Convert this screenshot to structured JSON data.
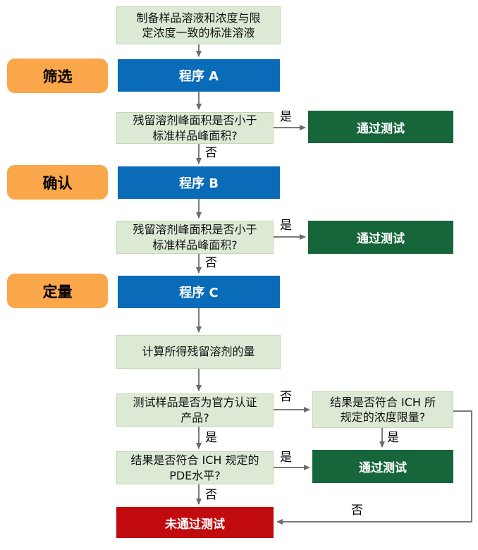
{
  "diagram": {
    "title": "",
    "stages": [
      {
        "id": "screening",
        "label": "筛选"
      },
      {
        "id": "confirmation",
        "label": "确认"
      },
      {
        "id": "quantification",
        "label": "定量"
      }
    ],
    "nodes": [
      {
        "id": "prepare",
        "type": "process-light",
        "text": "制备样品溶液和浓度与限\n定浓度一致的标准溶液"
      },
      {
        "id": "procedure-a",
        "type": "procedure-blue",
        "text": "程序 A"
      },
      {
        "id": "q-peak-a",
        "type": "decision-light",
        "text": "残留溶剂峰面积是否小于\n标准样品峰面积?"
      },
      {
        "id": "pass-1",
        "type": "result-pass",
        "text": "通过测试"
      },
      {
        "id": "procedure-b",
        "type": "procedure-blue",
        "text": "程序 B"
      },
      {
        "id": "q-peak-b",
        "type": "decision-light",
        "text": "残留溶剂峰面积是否小于\n标准样品峰面积?"
      },
      {
        "id": "pass-2",
        "type": "result-pass",
        "text": "通过测试"
      },
      {
        "id": "procedure-c",
        "type": "procedure-blue",
        "text": "程序 C"
      },
      {
        "id": "calculate",
        "type": "process-light",
        "text": "计算所得残留溶剂的量"
      },
      {
        "id": "q-official",
        "type": "decision-light",
        "text": "测试样品是否为官方认证\n产品?"
      },
      {
        "id": "q-ich-concentration",
        "type": "decision-light",
        "text": "结果是否符合 ICH 所\n规定的浓度限量?"
      },
      {
        "id": "q-ich-pde",
        "type": "decision-light",
        "text": "结果是否符合 ICH 规定的\nPDE水平?"
      },
      {
        "id": "pass-3",
        "type": "result-pass",
        "text": "通过测试"
      },
      {
        "id": "fail",
        "type": "result-fail",
        "text": "未通过测试"
      }
    ],
    "edges": [
      {
        "from": "prepare",
        "to": "procedure-a",
        "label": ""
      },
      {
        "from": "procedure-a",
        "to": "q-peak-a",
        "label": ""
      },
      {
        "from": "q-peak-a",
        "to": "pass-1",
        "label": "是"
      },
      {
        "from": "q-peak-a",
        "to": "procedure-b",
        "label": "否"
      },
      {
        "from": "procedure-b",
        "to": "q-peak-b",
        "label": ""
      },
      {
        "from": "q-peak-b",
        "to": "pass-2",
        "label": "是"
      },
      {
        "from": "q-peak-b",
        "to": "procedure-c",
        "label": "否"
      },
      {
        "from": "procedure-c",
        "to": "calculate",
        "label": ""
      },
      {
        "from": "calculate",
        "to": "q-official",
        "label": ""
      },
      {
        "from": "q-official",
        "to": "q-ich-concentration",
        "label": "否"
      },
      {
        "from": "q-official",
        "to": "q-ich-pde",
        "label": "是"
      },
      {
        "from": "q-ich-concentration",
        "to": "pass-3",
        "label": "是"
      },
      {
        "from": "q-ich-concentration",
        "to": "fail",
        "label": "否"
      },
      {
        "from": "q-ich-pde",
        "to": "pass-3",
        "label": "是"
      },
      {
        "from": "q-ich-pde",
        "to": "fail",
        "label": "否"
      }
    ],
    "colors": {
      "light_green_fill": "#dcead5",
      "procedure_blue": "#0a6bb8",
      "pass_green": "#17663b",
      "fail_red": "#c20b0e",
      "stage_orange": "#faa64a",
      "arrow_gray": "#7a7a7a"
    }
  }
}
